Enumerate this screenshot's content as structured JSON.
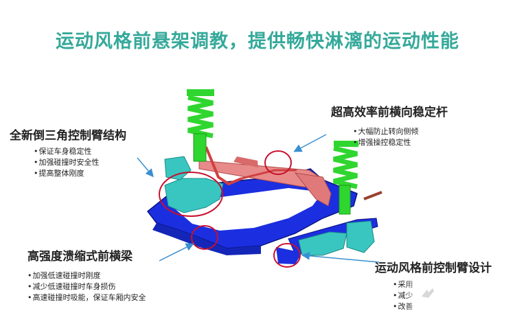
{
  "title": "运动风格前悬架调教，提供畅快淋漓的运动性能",
  "callouts": {
    "triangle_arm": {
      "title": "全新倒三角控制臂结构",
      "bullets": [
        "保证车身稳定性",
        "加强碰撞时安全性",
        "提高整体刚度"
      ]
    },
    "stabilizer": {
      "title": "超高效率前横向稳定杆",
      "bullets": [
        "大幅防止转向侧倾",
        "增强操控稳定性"
      ]
    },
    "crossbeam": {
      "title": "高强度溃缩式前横梁",
      "bullets": [
        "加强低速碰撞时刚度",
        "减少低速碰撞时车身损伤",
        "高速碰撞时吸能，保证车厢内安全"
      ]
    },
    "control_arm": {
      "title": "运动风格前控制臂设计",
      "bullets": [
        "采用",
        "减少",
        "改善"
      ]
    }
  },
  "colors": {
    "title": "#35a99a",
    "subframe": "#1b2fe0",
    "spring": "#2fd62f",
    "knuckle": "#3ac6c0",
    "steering": "#e07a7a",
    "highlight_circle": "#c8102e",
    "arrow": "#3a8fd0"
  },
  "icons": [
    "watermark-icon"
  ]
}
